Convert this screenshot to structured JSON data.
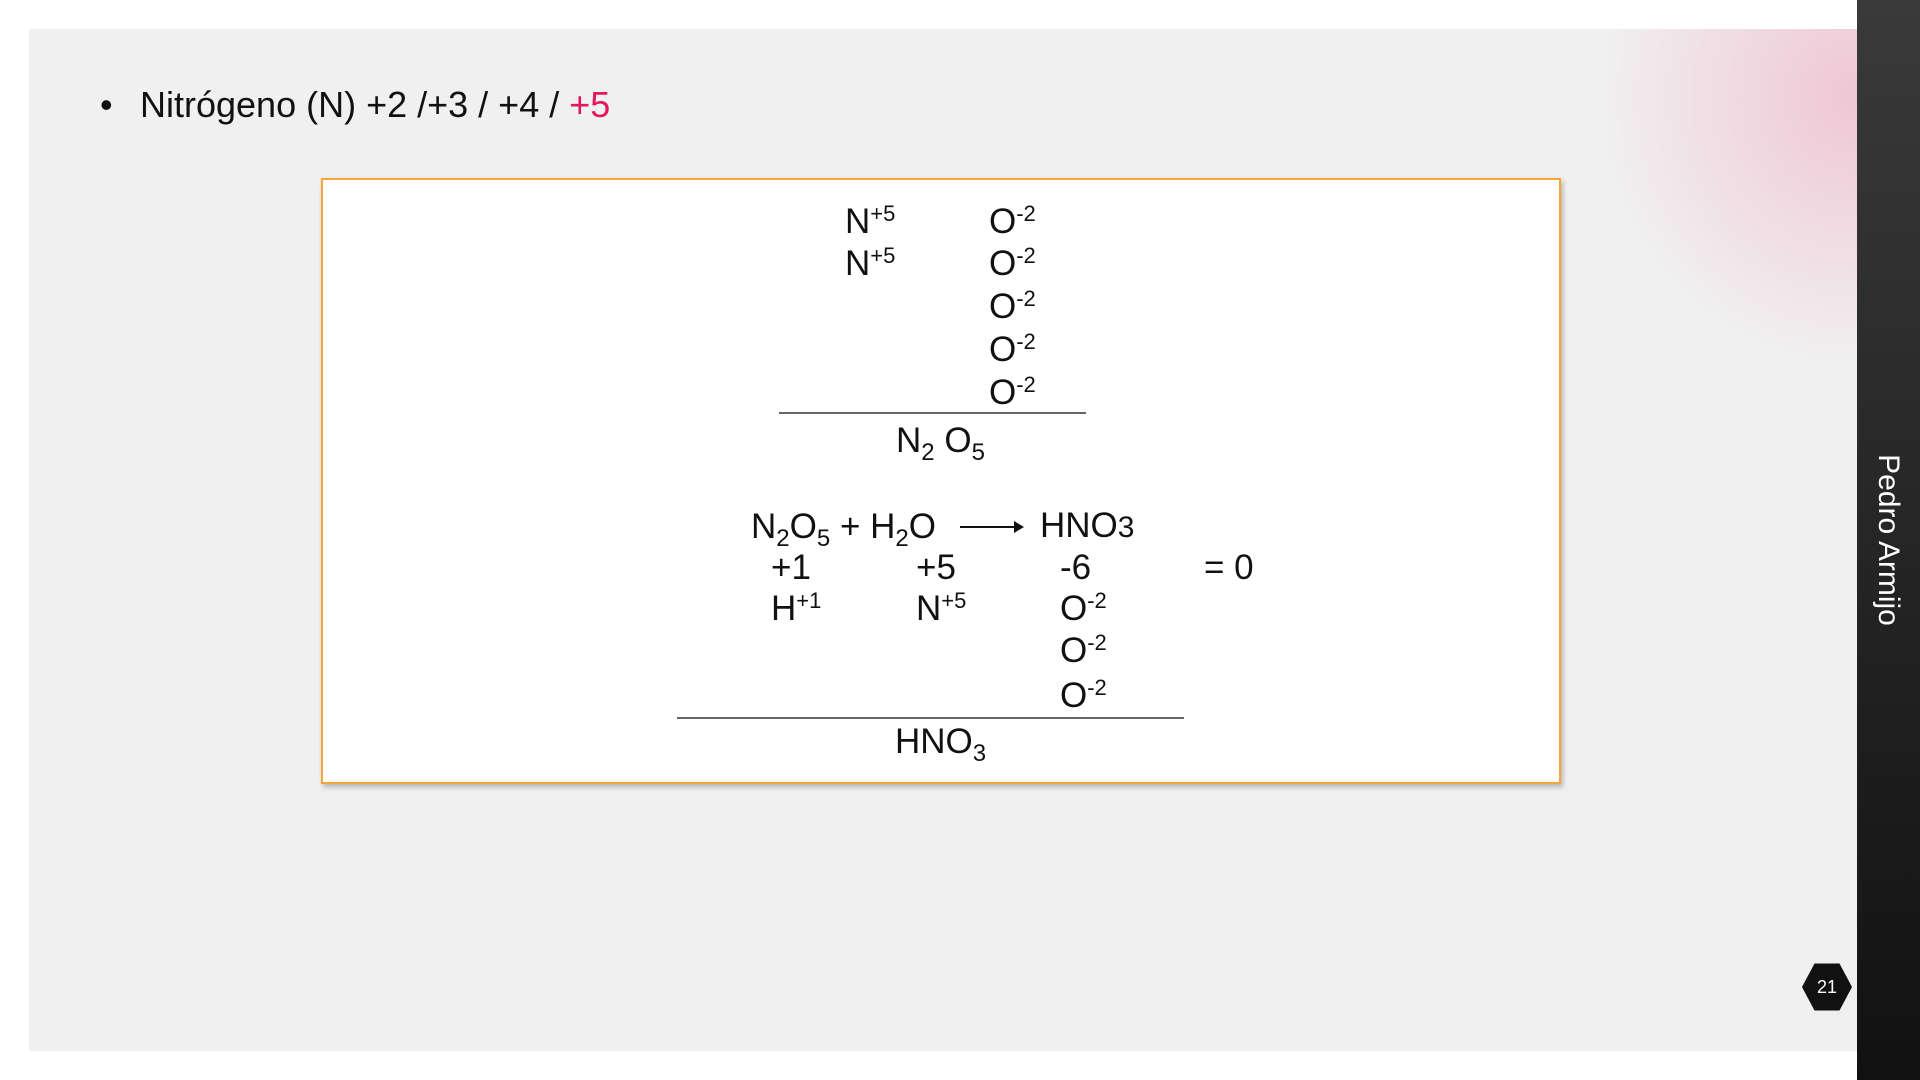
{
  "bullet": {
    "prefix": "Nitrógeno (N) +2 /+3 / +4 / ",
    "highlight": "+5"
  },
  "box1": {
    "n_label": "N",
    "n_charge": "+5",
    "o_label": "O",
    "o_charge": "-2",
    "result": {
      "a": "N",
      "a_sub": "2",
      "b": "O",
      "b_sub": "5"
    }
  },
  "box2": {
    "eq": {
      "n": "N",
      "n_sub": "2",
      "o": "O",
      "o_sub": "5",
      "plus": "+ H",
      "h_sub": "2",
      "h_o": "O",
      "product": "HNO",
      "product_sub": "3"
    },
    "sums": {
      "h": "+1",
      "n": "+5",
      "o": "-6",
      "total": "= 0"
    },
    "h_label": "H",
    "h_charge": "+1",
    "n_label": "N",
    "n_charge": "+5",
    "o_label": "O",
    "o_charge": "-2",
    "result": {
      "text": "HNO",
      "sub": "3"
    }
  },
  "footer": {
    "author": "Pedro Armijo",
    "page_number": "21"
  },
  "colors": {
    "accent": "#e3175f",
    "border": "#f5a53a"
  }
}
